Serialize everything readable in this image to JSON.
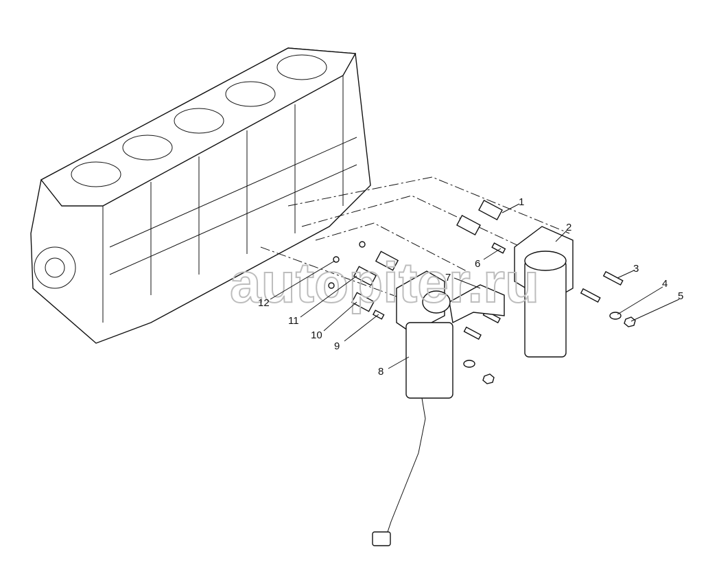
{
  "watermark": "autopiter.ru",
  "callouts": [
    "1",
    "2",
    "3",
    "4",
    "5",
    "6",
    "7",
    "8",
    "9",
    "10",
    "11",
    "12"
  ]
}
